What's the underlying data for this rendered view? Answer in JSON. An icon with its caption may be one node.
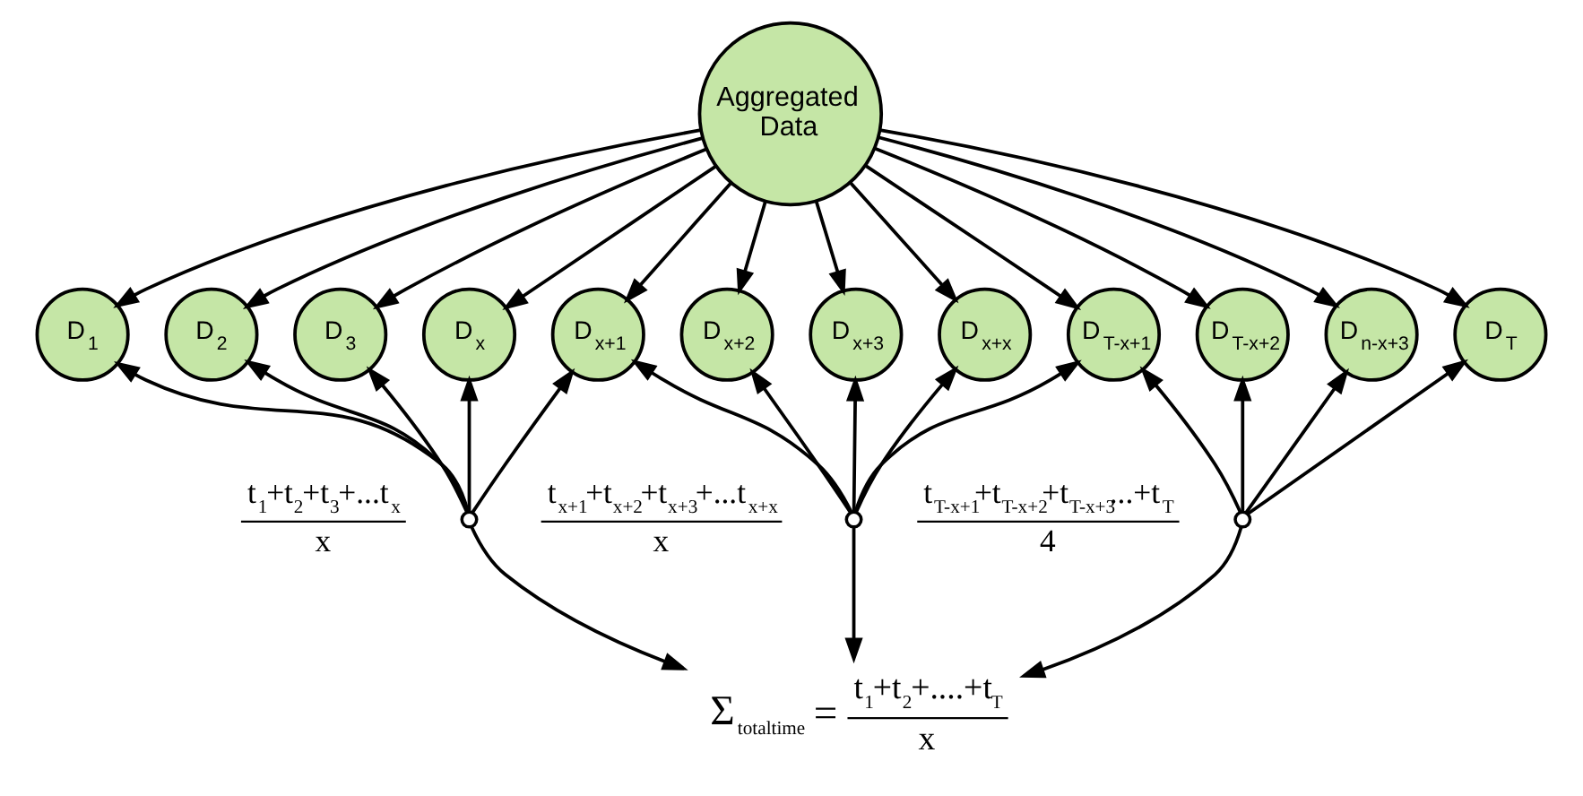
{
  "diagram": {
    "nodes": [
      {
        "text": [
          "Aggregated Data"
        ]
      },
      {
        "text": [
          "D$_{1}$"
        ]
      },
      {
        "text": [
          "D$_{2}$"
        ]
      },
      {
        "text": [
          "D$_{3}$"
        ]
      },
      {
        "text": [
          "D$_{x}$"
        ]
      },
      {
        "text": [
          "D$_{x+1}$"
        ]
      },
      {
        "text": [
          "D$_{x+2}$"
        ]
      },
      {
        "text": [
          "D$_{x+3}$"
        ]
      },
      {
        "text": [
          "D$_{x+x}$"
        ]
      },
      {
        "text": [
          "D$_{T-x+1}$"
        ]
      },
      {
        "text": [
          "D$_{T-x+2}$"
        ]
      },
      {
        "text": [
          "D$_{n-x+3}$"
        ]
      },
      {
        "text": [
          "D$_{T}$"
        ]
      },
      {
        "text": [],
        "shape": "circle"
      },
      {
        "text": [],
        "shape": "circle"
      },
      {
        "text": [],
        "shape": "circle"
      },
      {
        "text": [
          "Σ$_{totaltime}$ =",
          "t$_{1}$+t$_{2}$+....+t$_{T}$",
          "x"
        ]
      }
    ],
    "edges": [
      {
        "from": 0,
        "to": 1,
        "arrow": "to"
      },
      {
        "from": 0,
        "to": 2,
        "arrow": "to"
      },
      {
        "from": 0,
        "to": 3,
        "arrow": "to"
      },
      {
        "from": 0,
        "to": 4,
        "arrow": "to"
      },
      {
        "from": 0,
        "to": 5,
        "arrow": "to"
      },
      {
        "from": 0,
        "to": 6,
        "arrow": "to"
      },
      {
        "from": 0,
        "to": 7,
        "arrow": "to"
      },
      {
        "from": 0,
        "to": 8,
        "arrow": "to"
      },
      {
        "from": 0,
        "to": 9,
        "arrow": "to"
      },
      {
        "from": 0,
        "to": 10,
        "arrow": "to"
      },
      {
        "from": 0,
        "to": 11,
        "arrow": "to"
      },
      {
        "from": 0,
        "to": 12,
        "arrow": "to"
      },
      {
        "from": 13,
        "to": 1,
        "arrow": "to"
      },
      {
        "from": 13,
        "to": 2,
        "arrow": "to"
      },
      {
        "from": 13,
        "to": 3,
        "arrow": "to"
      },
      {
        "from": 13,
        "to": 4,
        "arrow": "to"
      },
      {
        "from": 13,
        "to": 5,
        "arrow": "to"
      },
      {
        "from": 13,
        "to": 16,
        "arrow": "to"
      },
      {
        "from": 14,
        "to": 5,
        "arrow": "to"
      },
      {
        "from": 14,
        "to": 6,
        "arrow": "to"
      },
      {
        "from": 14,
        "to": 7,
        "arrow": "to"
      },
      {
        "from": 14,
        "to": 8,
        "arrow": "to"
      },
      {
        "from": 14,
        "to": 9,
        "arrow": "to"
      },
      {
        "from": 14,
        "to": 16,
        "arrow": "to"
      },
      {
        "from": 15,
        "to": 9,
        "arrow": "to"
      },
      {
        "from": 15,
        "to": 10,
        "arrow": "to"
      },
      {
        "from": 15,
        "to": 11,
        "arrow": "to"
      },
      {
        "from": 15,
        "to": 12,
        "arrow": "to"
      },
      {
        "from": 15,
        "to": 16,
        "arrow": "to"
      }
    ],
    "labels": [
      "t$_{1}$+t$_{2}$+t$_{3}$+...t$_{x}$",
      "x",
      "t$_{x+1}$+t$_{x+2}$+t$_{x+3}$+...t$_{x+x}$",
      "x",
      "t$_{T-x+1}$+t$_{T-x+2}$+t$_{T-x+3}$...+t$_{T}$",
      "4"
    ]
  }
}
